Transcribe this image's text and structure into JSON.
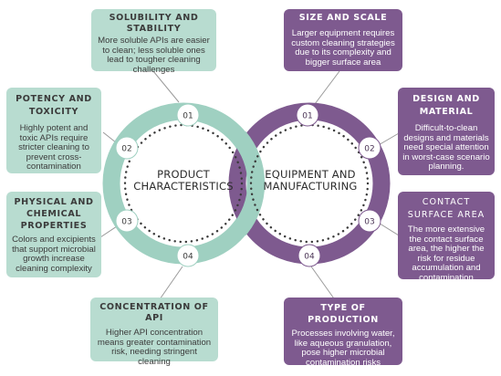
{
  "left_hub": {
    "title_line1": "PRODUCT",
    "title_line2": "CHARACTERISTICS",
    "ring_color": "#9fd0c1",
    "node_color": "#ffffff",
    "node_text_color": "#3a3a3a",
    "nodes": [
      "01",
      "02",
      "03",
      "04"
    ],
    "items": [
      {
        "title": "SOLUBILITY AND STABILITY",
        "description": "More soluble APIs are easier to clean; less soluble ones lead to tougher cleaning challenges"
      },
      {
        "title": "POTENCY AND TOXICITY",
        "description": "Highly potent and toxic APIs require stricter cleaning to prevent cross-contamination"
      },
      {
        "title": "PHYSICAL AND CHEMICAL PROPERTIES",
        "description": "Colors and excipients that support microbial growth increase cleaning complexity"
      },
      {
        "title": "CONCENTRATION OF API",
        "description": "Higher API concentration means greater contamination risk, needing stringent cleaning"
      }
    ]
  },
  "right_hub": {
    "title_line1": "EQUIPMENT AND",
    "title_line2": "MANUFACTURING",
    "ring_color": "#7e5a8f",
    "node_color": "#ffffff",
    "node_text_color": "#4b3556",
    "nodes": [
      "01",
      "02",
      "03",
      "04"
    ],
    "items": [
      {
        "title": "SIZE AND SCALE",
        "description": "Larger equipment requires custom cleaning strategies due to its complexity and bigger surface area"
      },
      {
        "title": "DESIGN AND MATERIAL",
        "description": "Difficult-to-clean designs and materials need special attention in worst-case scenario planning."
      },
      {
        "title": "CONTACT SURFACE AREA",
        "description": "The more extensive the contact surface area, the higher the risk for residue accumulation and contamination"
      },
      {
        "title": "TYPE OF PRODUCTION",
        "description": "Processes involving water, like aqueous granulation, pose higher microbial contamination risks"
      }
    ]
  },
  "colors": {
    "green_box": "#b8dcd0",
    "purple_box": "#7e5a8f",
    "connector": "#9a9a9a",
    "dots": "#3a3a3a"
  }
}
